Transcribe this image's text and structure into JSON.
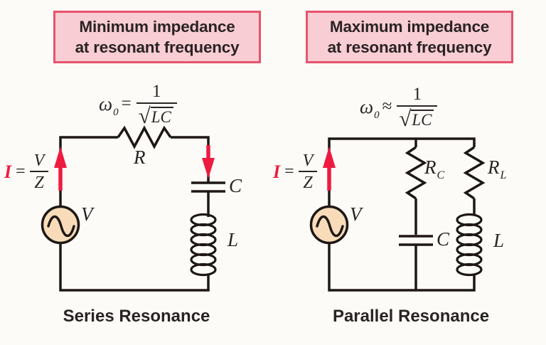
{
  "colors": {
    "background": "#fcfbf8",
    "callout_fill": "#f8cdd3",
    "callout_border": "#e6536c",
    "wire": "#1e1814",
    "accent_red": "#ee1b40",
    "source_fill": "#f8dcba",
    "text": "#2a2324"
  },
  "left": {
    "callout_line1": "Minimum impedance",
    "callout_line2": "at resonant frequency",
    "formula": {
      "omega": "ω",
      "omega_sub": "0",
      "relation": "=",
      "numerator": "1",
      "radical_sign": "√",
      "radicand": "LC"
    },
    "current": {
      "symbol": "I",
      "equals": "=",
      "numerator": "V",
      "denominator": "Z"
    },
    "labels": {
      "resistor": "R",
      "capacitor": "C",
      "inductor": "L",
      "source": "V"
    },
    "caption": "Series Resonance"
  },
  "right": {
    "callout_line1": "Maximum impedance",
    "callout_line2": "at resonant frequency",
    "formula": {
      "omega": "ω",
      "omega_sub": "0",
      "relation": "≈",
      "numerator": "1",
      "radical_sign": "√",
      "radicand": "LC"
    },
    "current": {
      "symbol": "I",
      "equals": "=",
      "numerator": "V",
      "denominator": "Z"
    },
    "labels": {
      "resistor_c_base": "R",
      "resistor_c_sub": "C",
      "resistor_l_base": "R",
      "resistor_l_sub": "L",
      "capacitor": "C",
      "inductor": "L",
      "source": "V"
    },
    "caption": "Parallel Resonance"
  }
}
